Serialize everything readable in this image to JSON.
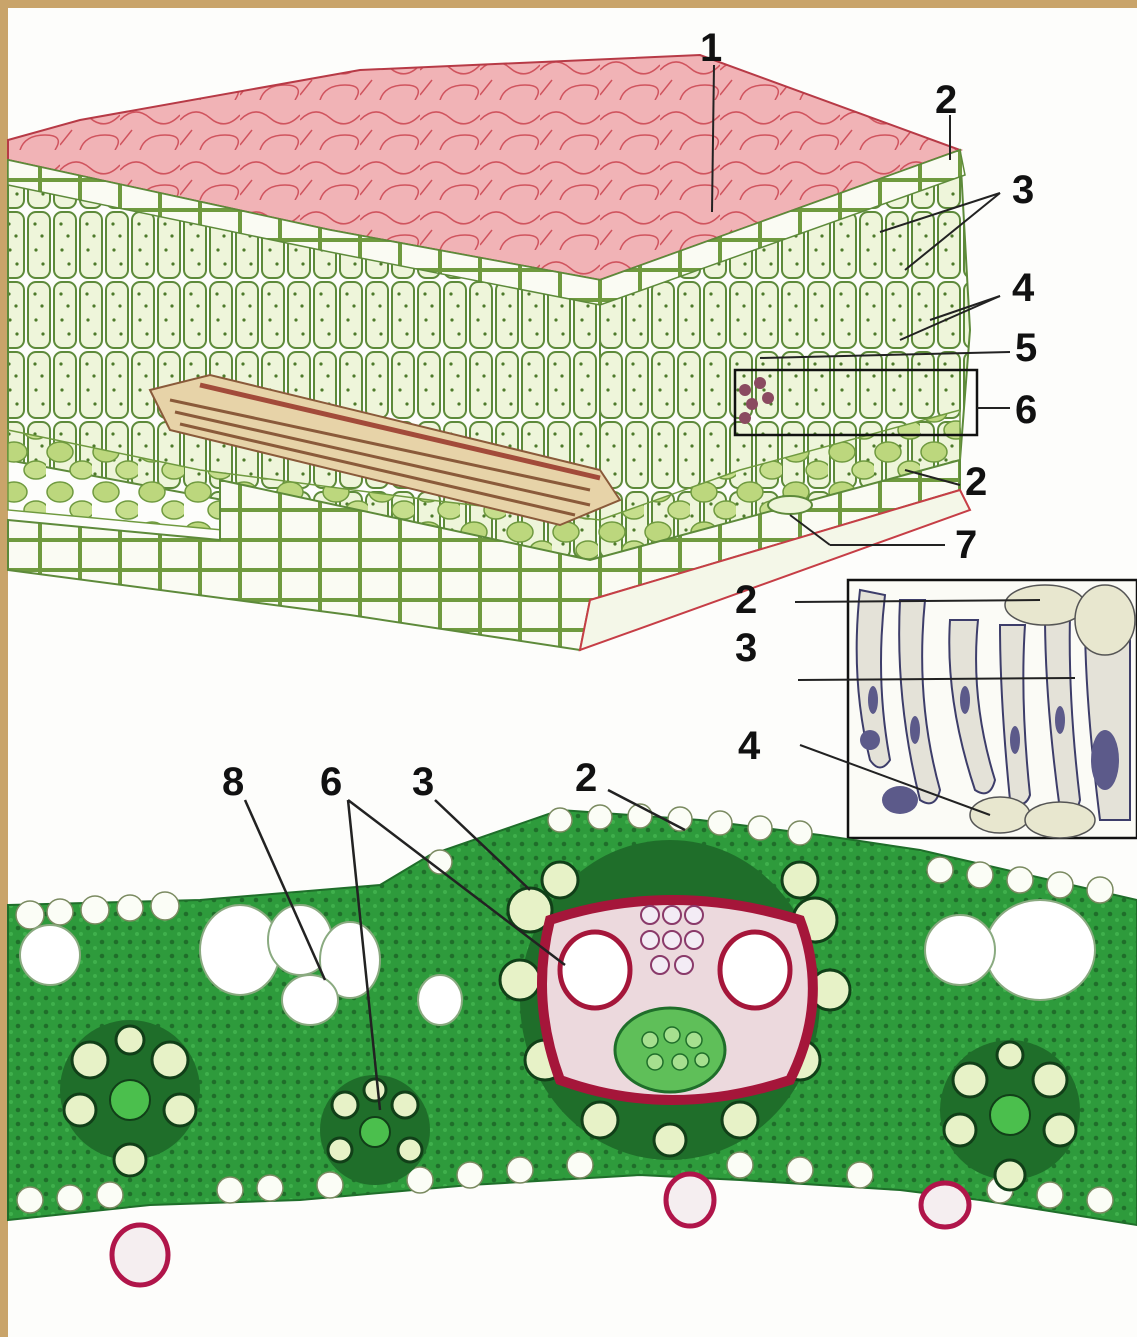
{
  "labels": {
    "top_1": "1",
    "top_2a": "2",
    "top_3": "3",
    "top_4": "4",
    "top_5": "5",
    "top_6": "6",
    "top_2b": "2",
    "top_7": "7",
    "inset_2": "2",
    "inset_3": "3",
    "inset_4": "4",
    "bottom_8": "8",
    "bottom_6": "6",
    "bottom_3": "3",
    "bottom_2": "2"
  },
  "colors": {
    "frame": "#c9a46a",
    "epidermis_top": "#e07a80",
    "cell_wall_green": "#5d8a3a",
    "mesophyll_fill": "#e9f1d2",
    "spongy_cell": "#b9d67a",
    "vein_brown": "#8a5a3a",
    "section_green": "#2e9b3c",
    "section_dark": "#1f6e2a",
    "xylem_red": "#a5163a",
    "inset_cell": "#3d3d6a"
  },
  "panels": {
    "block_diagram": "leaf-block-3d",
    "inset": "palisade-inset",
    "section": "stained-cross-section"
  }
}
